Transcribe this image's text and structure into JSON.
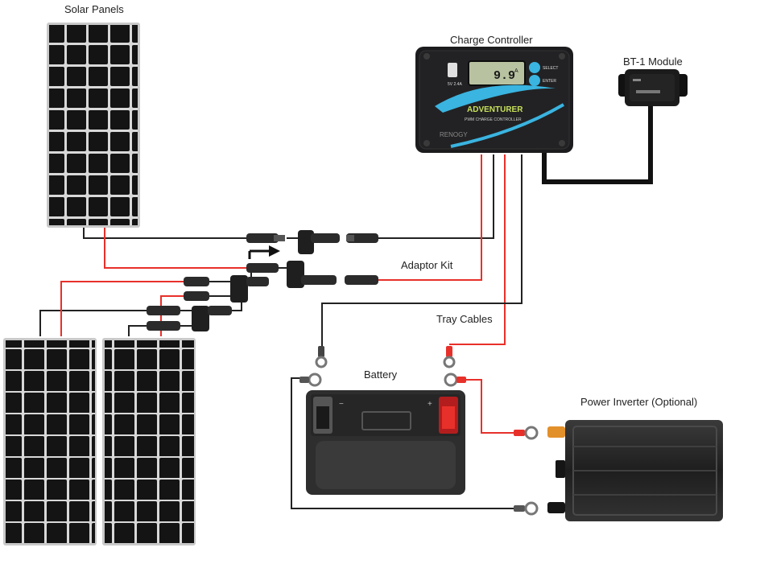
{
  "labels": {
    "solar_panels": "Solar Panels",
    "charge_controller": "Charge Controller",
    "bt1_module": "BT-1 Module",
    "adaptor_kit": "Adaptor Kit",
    "tray_cables": "Tray Cables",
    "battery": "Battery",
    "power_inverter": "Power Inverter (Optional)"
  },
  "controller": {
    "display_value": "9.9",
    "display_unit": "A",
    "brand": "ADVENTURER",
    "subtitle": "PWM CHARGE CONTROLLER",
    "btn_select": "SELECT",
    "btn_enter": "ENTER",
    "usb_label": "5V 2.4A",
    "maker": "RENOGY"
  },
  "battery": {
    "minus": "−",
    "plus": "+"
  },
  "colors": {
    "positive_wire": "#e8302a",
    "negative_wire": "#222222",
    "panel_cell": "#141414",
    "panel_frame": "#c9c9c9",
    "controller_body": "#1c1c1e",
    "accent": "#3ab4e0",
    "inverter_body": "#2a2a2a"
  }
}
